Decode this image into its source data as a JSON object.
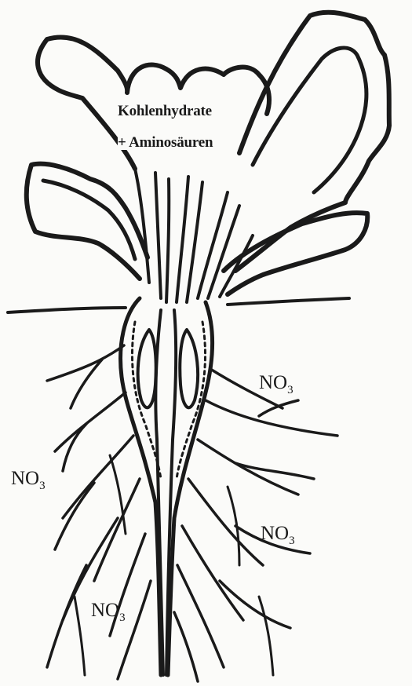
{
  "labels": {
    "carbohydrates": "Kohlenhydrate",
    "amino_acids": "+ Aminosäuren",
    "nitrate_main": "NO",
    "nitrate_sub": "3"
  },
  "colors": {
    "ink": "#1a1a1a",
    "paper": "#fbfbf9"
  }
}
